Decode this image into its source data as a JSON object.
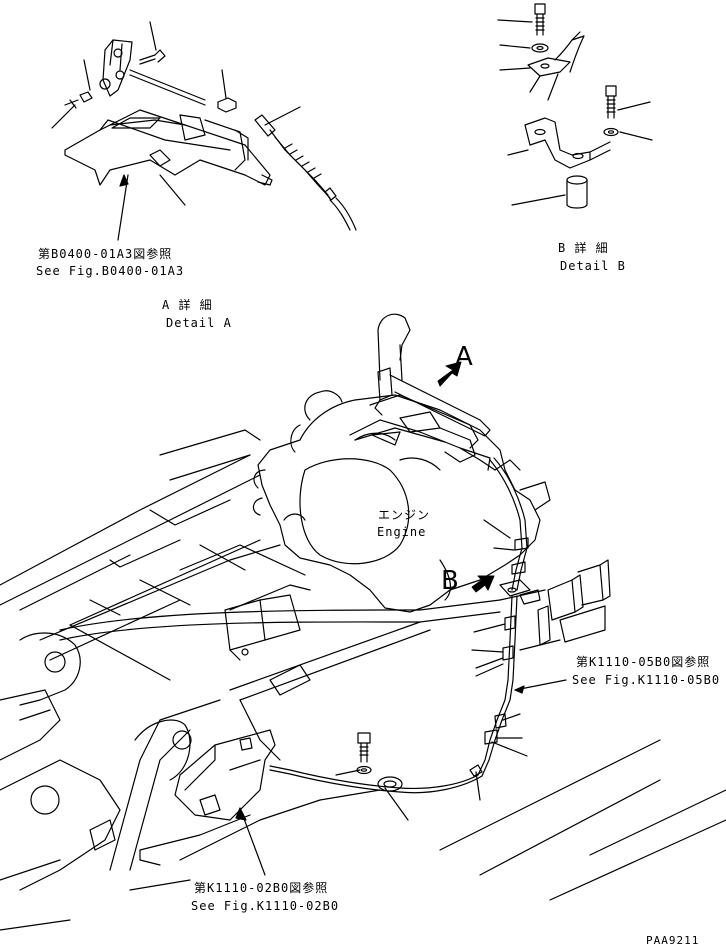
{
  "labels": {
    "ref_b0400_jp": "第B0400-01A3図参照",
    "ref_b0400_en": "See Fig.B0400-01A3",
    "detail_a_jp": "A 詳 細",
    "detail_a_en": "Detail A",
    "detail_b_jp": "B 詳 細",
    "detail_b_en": "Detail B",
    "engine_jp": "エンジン",
    "engine_en": "Engine",
    "marker_a": "A",
    "marker_b": "B",
    "ref_k1110_05_jp": "第K1110-05B0図参照",
    "ref_k1110_05_en": "See Fig.K1110-05B0",
    "ref_k1110_02_jp": "第K1110-02B0図参照",
    "ref_k1110_02_en": "See Fig.K1110-02B0",
    "drawing_no": "PAA9211"
  }
}
